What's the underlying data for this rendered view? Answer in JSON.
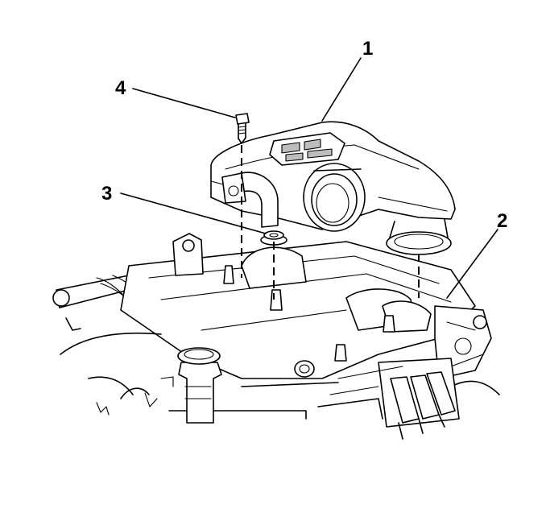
{
  "callouts": [
    {
      "id": "1",
      "label": "1"
    },
    {
      "id": "2",
      "label": "2"
    },
    {
      "id": "3",
      "label": "3"
    },
    {
      "id": "4",
      "label": "4"
    }
  ],
  "parts": {
    "1": "air-intake-duct",
    "2": "intake-manifold",
    "3": "grommet",
    "4": "bolt"
  },
  "colors": {
    "line": "#000000",
    "background": "#ffffff",
    "shade": "#bdbdbd"
  }
}
